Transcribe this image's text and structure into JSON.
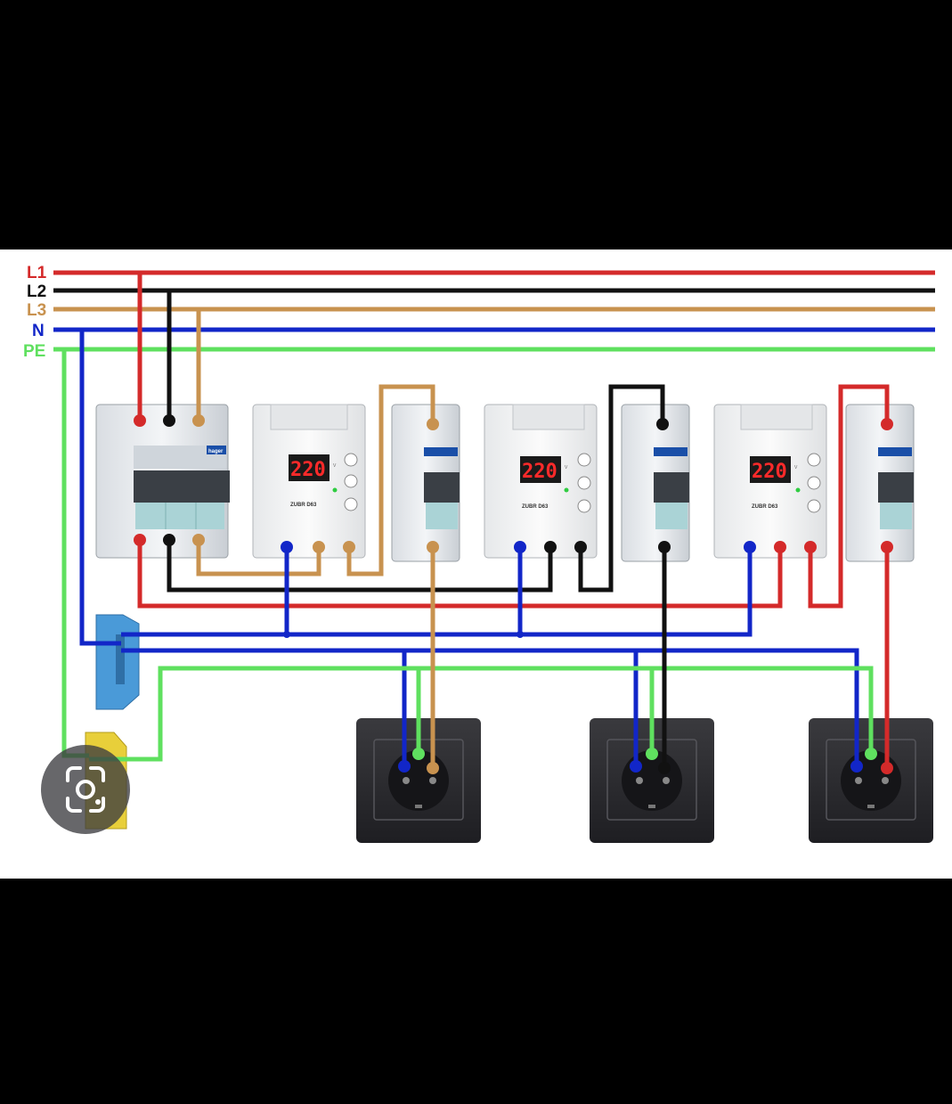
{
  "colors": {
    "L1": "#d42a2a",
    "L2": "#111111",
    "L3": "#c8924f",
    "N": "#1226c8",
    "PE": "#5fe05f",
    "letterbox": "#000000",
    "panel": "#ffffff",
    "display": "#ff2a2a"
  },
  "bus_labels": [
    "L1",
    "L2",
    "L3",
    "N",
    "PE"
  ],
  "relays": [
    {
      "reading": "220",
      "unit": "V",
      "model": "ZUBR D63"
    },
    {
      "reading": "220",
      "unit": "V",
      "model": "ZUBR D63"
    },
    {
      "reading": "220",
      "unit": "V",
      "model": "ZUBR D63"
    }
  ],
  "breaker_brand": "hager",
  "overlay_icon": "lens-camera-icon"
}
